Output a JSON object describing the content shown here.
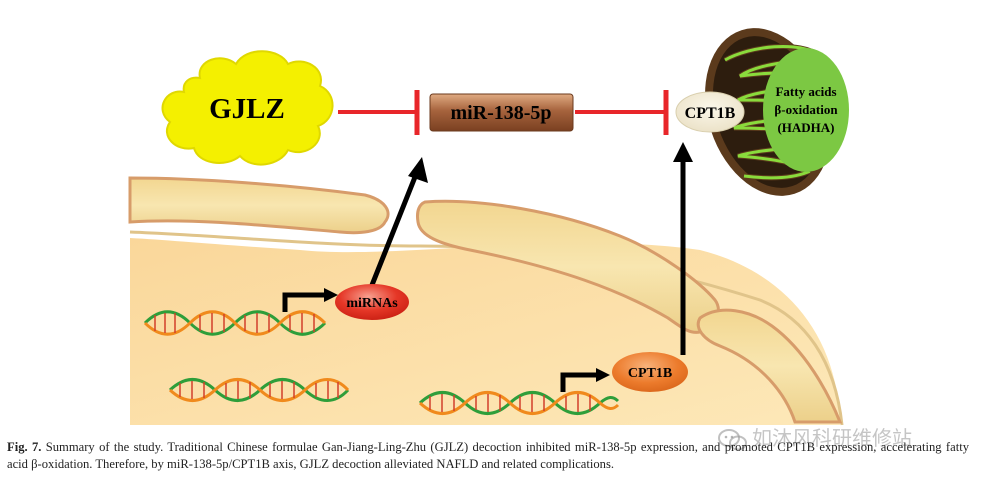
{
  "nodes": {
    "gjlz": "GJLZ",
    "mir": "miR-138-5p",
    "cpt1b_top": "CPT1B",
    "fatty_line1": "Fatty acids",
    "fatty_line2": "β-oxidation",
    "fatty_line3": "(HADHA)",
    "mirnas": "miRNAs",
    "cpt1b_bottom": "CPT1B"
  },
  "caption": {
    "label": "Fig. 7.",
    "text": " Summary of the study. Traditional Chinese formulae Gan-Jiang-Ling-Zhu (GJLZ) decoction inhibited miR-138-5p expression, and promoted CPT1B expression, accelerating fatty acid β-oxidation. Therefore, by miR-138-5p/CPT1B axis, GJLZ decoction alleviated NAFLD and related complications."
  },
  "watermark": "如沐风科研维修站",
  "colors": {
    "inhibition": "#e8262a",
    "activation": "#000000",
    "gjlz_cloud": "#f4f000",
    "mirna_pill": "#9b5a37",
    "mitochondria": "#5b3a1c",
    "fatty_oval": "#7cc843",
    "mirnas_oval": "#e53222",
    "cpt1b_oval": "#ec7b2c",
    "liver_tissue": "#fbdca0"
  }
}
